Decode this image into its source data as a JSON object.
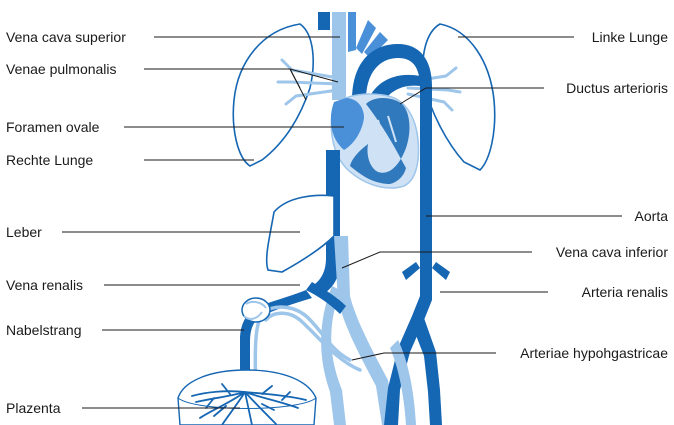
{
  "labels": {
    "vena_cava_superior": "Vena cava superior",
    "venae_pulmonalis": "Venae pulmonalis",
    "foramen_ovale": "Foramen ovale",
    "rechte_lunge": "Rechte Lunge",
    "leber": "Leber",
    "vena_renalis": "Vena renalis",
    "nabelstrang": "Nabelstrang",
    "plazenta": "Plazenta",
    "linke_lunge": "Linke Lunge",
    "ductus_arterioris": "Ductus arterioris",
    "aorta": "Aorta",
    "vena_cava_inferior": "Vena cava inferior",
    "arteria_renalis": "Arteria renalis",
    "arteriae_hypohgastricae": "Arteriae hypohgastricae"
  },
  "colors": {
    "dark_blue": "#1566b3",
    "medium_blue": "#4a90d9",
    "light_blue": "#9ec5ea",
    "pale_blue": "#cfe2f5",
    "outline": "#1566b3",
    "text": "#1a1a1a"
  }
}
